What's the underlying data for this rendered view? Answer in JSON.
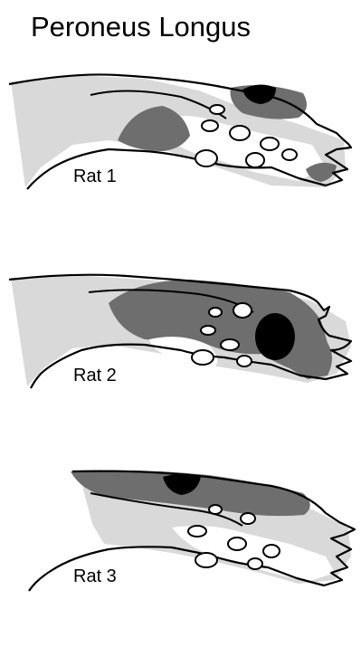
{
  "title": "Peroneus Longus",
  "panels": [
    {
      "label": "Rat 1"
    },
    {
      "label": "Rat 2"
    },
    {
      "label": "Rat 3"
    }
  ],
  "colors": {
    "light_zone": "#d9d9d9",
    "medium_zone": "#6e6e6e",
    "dark_zone": "#000000",
    "outline": "#000000",
    "background": "#ffffff"
  }
}
